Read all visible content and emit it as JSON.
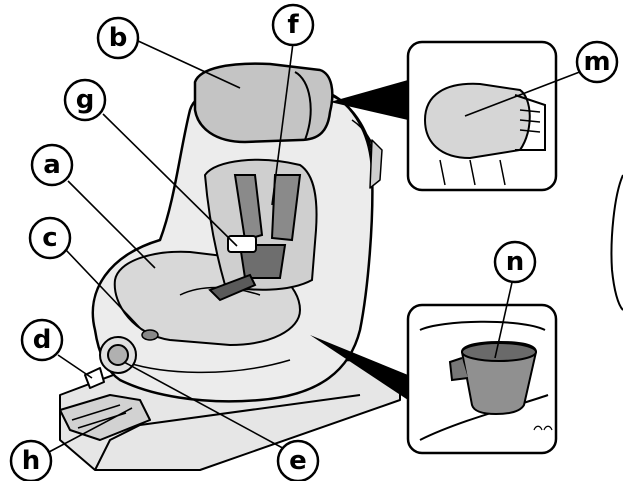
{
  "callouts": {
    "a": "a",
    "b": "b",
    "c": "c",
    "d": "d",
    "e": "e",
    "f": "f",
    "g": "g",
    "h": "h",
    "m": "m",
    "n": "n"
  },
  "colors": {
    "outline": "#000000",
    "shell": "#ececec",
    "cushion": "#d8d8d8",
    "headrest": "#c4c4c4",
    "harness": "#8a8a8a",
    "dark_strap": "#5a5a5a",
    "cup": "#909090"
  }
}
